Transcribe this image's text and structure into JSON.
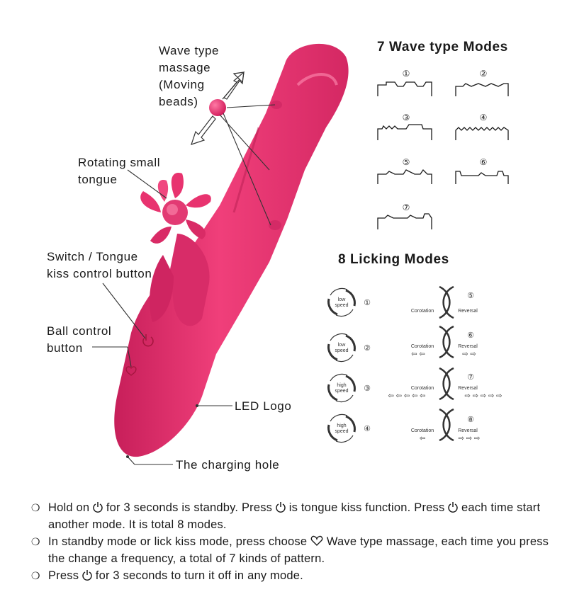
{
  "callouts": {
    "wave_massage": "Wave type\nmassage\n(Moving\nbeads)",
    "rotating_tongue": "Rotating small\ntongue",
    "switch_button": "Switch / Tongue\nkiss control button",
    "ball_button": "Ball control\nbutton",
    "led_logo": "LED Logo",
    "charging_hole": "The charging hole"
  },
  "wave_section": {
    "title": "7 Wave type  Modes",
    "modes": [
      "①",
      "②",
      "③",
      "④",
      "⑤",
      "⑥",
      "⑦"
    ]
  },
  "licking_section": {
    "title": "8 Licking Modes",
    "left": [
      {
        "speed": "low\nspeed",
        "num": "①"
      },
      {
        "speed": "low\nspeed",
        "num": "②"
      },
      {
        "speed": "high\nspeed",
        "num": "③"
      },
      {
        "speed": "high\nspeed",
        "num": "④"
      }
    ],
    "right": [
      {
        "num": "⑤",
        "corotation": "Corotation",
        "reversal": "Reversal"
      },
      {
        "num": "⑥",
        "corotation": "Corotation",
        "reversal": "Reversal"
      },
      {
        "num": "⑦",
        "corotation": "Corotation",
        "reversal": "Reversal"
      },
      {
        "num": "⑧",
        "corotation": "Corotation",
        "reversal": "Reversal"
      }
    ]
  },
  "notes": {
    "note1_a": "Hold on",
    "note1_b": "for 3 seconds is standby. Press",
    "note1_c": "is tongue kiss function. Press",
    "note1_d": "each time start another mode. It is total 8 modes.",
    "note2_a": "In standby mode or lick kiss mode, press choose",
    "note2_b": "Wave type massage, each time you press the change a frequency, a total of 7 kinds of pattern.",
    "note3_a": "Press",
    "note3_b": "for 3 seconds to turn it off in any mode."
  },
  "colors": {
    "product": "#e8336f",
    "product_dark": "#c0245a",
    "ink": "#1a1a1a"
  },
  "icons": [
    "power-icon",
    "heart-icon",
    "bullet-circle-icon"
  ]
}
